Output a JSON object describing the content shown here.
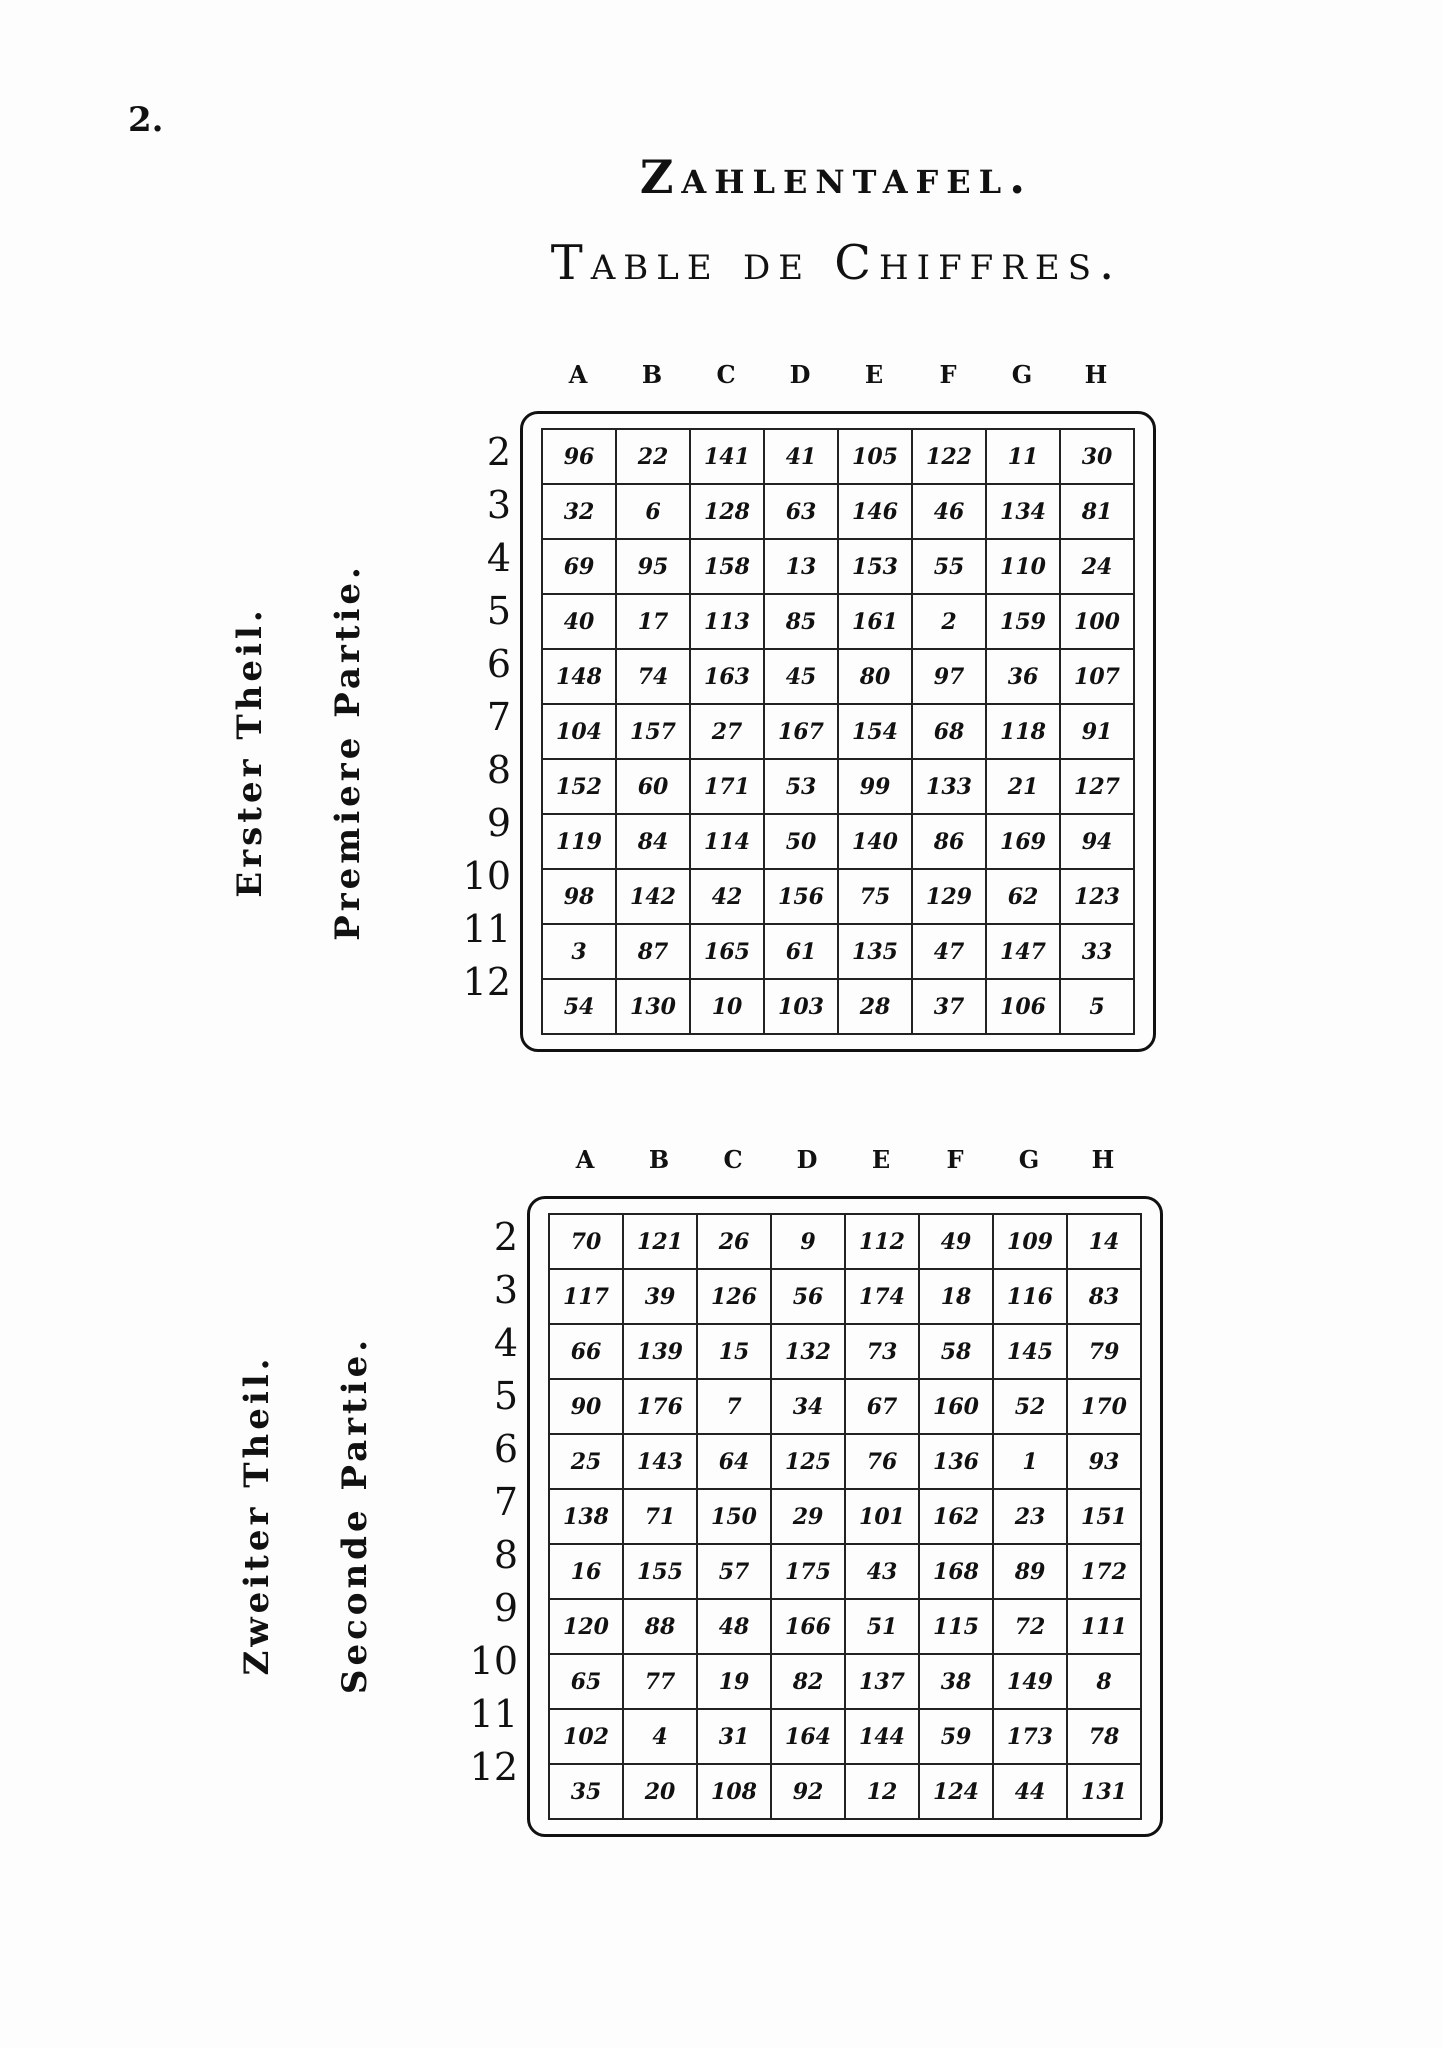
{
  "page_number": "2.",
  "title_de": "Zahlentafel.",
  "title_fr": "Table de Chiffres.",
  "columns": [
    "A",
    "B",
    "C",
    "D",
    "E",
    "F",
    "G",
    "H"
  ],
  "row_labels": [
    "2",
    "3",
    "4",
    "5",
    "6",
    "7",
    "8",
    "9",
    "10",
    "11",
    "12"
  ],
  "part1": {
    "label_de": "Erster Theil.",
    "label_fr": "Premiere Partie.",
    "rows": [
      [
        96,
        22,
        141,
        41,
        105,
        122,
        11,
        30
      ],
      [
        32,
        6,
        128,
        63,
        146,
        46,
        134,
        81
      ],
      [
        69,
        95,
        158,
        13,
        153,
        55,
        110,
        24
      ],
      [
        40,
        17,
        113,
        85,
        161,
        2,
        159,
        100
      ],
      [
        148,
        74,
        163,
        45,
        80,
        97,
        36,
        107
      ],
      [
        104,
        157,
        27,
        167,
        154,
        68,
        118,
        91
      ],
      [
        152,
        60,
        171,
        53,
        99,
        133,
        21,
        127
      ],
      [
        119,
        84,
        114,
        50,
        140,
        86,
        169,
        94
      ],
      [
        98,
        142,
        42,
        156,
        75,
        129,
        62,
        123
      ],
      [
        3,
        87,
        165,
        61,
        135,
        47,
        147,
        33
      ],
      [
        54,
        130,
        10,
        103,
        28,
        37,
        106,
        5
      ]
    ]
  },
  "part2": {
    "label_de": "Zweiter Theil.",
    "label_fr": "Seconde Partie.",
    "rows": [
      [
        70,
        121,
        26,
        9,
        112,
        49,
        109,
        14
      ],
      [
        117,
        39,
        126,
        56,
        174,
        18,
        116,
        83
      ],
      [
        66,
        139,
        15,
        132,
        73,
        58,
        145,
        79
      ],
      [
        90,
        176,
        7,
        34,
        67,
        160,
        52,
        170
      ],
      [
        25,
        143,
        64,
        125,
        76,
        136,
        1,
        93
      ],
      [
        138,
        71,
        150,
        29,
        101,
        162,
        23,
        151
      ],
      [
        16,
        155,
        57,
        175,
        43,
        168,
        89,
        172
      ],
      [
        120,
        88,
        48,
        166,
        51,
        115,
        72,
        111
      ],
      [
        65,
        77,
        19,
        82,
        137,
        38,
        149,
        8
      ],
      [
        102,
        4,
        31,
        164,
        144,
        59,
        173,
        78
      ],
      [
        35,
        20,
        108,
        92,
        12,
        124,
        44,
        131
      ]
    ]
  }
}
